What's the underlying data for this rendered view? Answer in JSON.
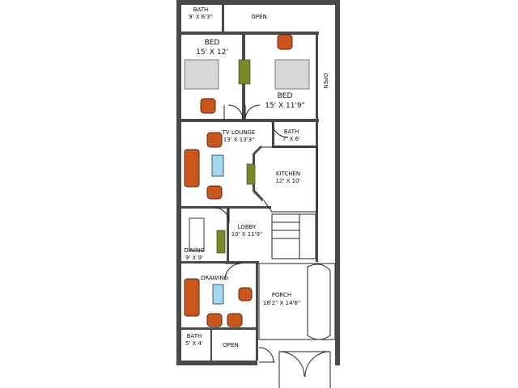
{
  "plan": {
    "rooms": [
      {
        "name": "BATH",
        "size": "9' X 6'3\""
      },
      {
        "name": "OPEN",
        "size": ""
      },
      {
        "name": "BED",
        "size": "15' X 12'"
      },
      {
        "name": "BED",
        "size": "15' X 11'9\""
      },
      {
        "name": "OPEN",
        "size": ""
      },
      {
        "name": "TV LOUNGE",
        "size": "13' X 13'3\""
      },
      {
        "name": "BATH",
        "size": "7' X 6'"
      },
      {
        "name": "KITCHEN",
        "size": "12' X 10'"
      },
      {
        "name": "LOBBY",
        "size": "10' X 11'9\""
      },
      {
        "name": "DINING",
        "size": "9' X 9'"
      },
      {
        "name": "DRAWING",
        "size": ""
      },
      {
        "name": "PORCH",
        "size": "18'2\" X 14'6\""
      },
      {
        "name": "BATH",
        "size": "5' X 4'"
      },
      {
        "name": "OPEN",
        "size": ""
      }
    ],
    "colors": {
      "wall": "#4a4a4a",
      "furniture": "#c8561d",
      "table": "#9fd8f0",
      "accent": "#7a8a2a"
    }
  }
}
